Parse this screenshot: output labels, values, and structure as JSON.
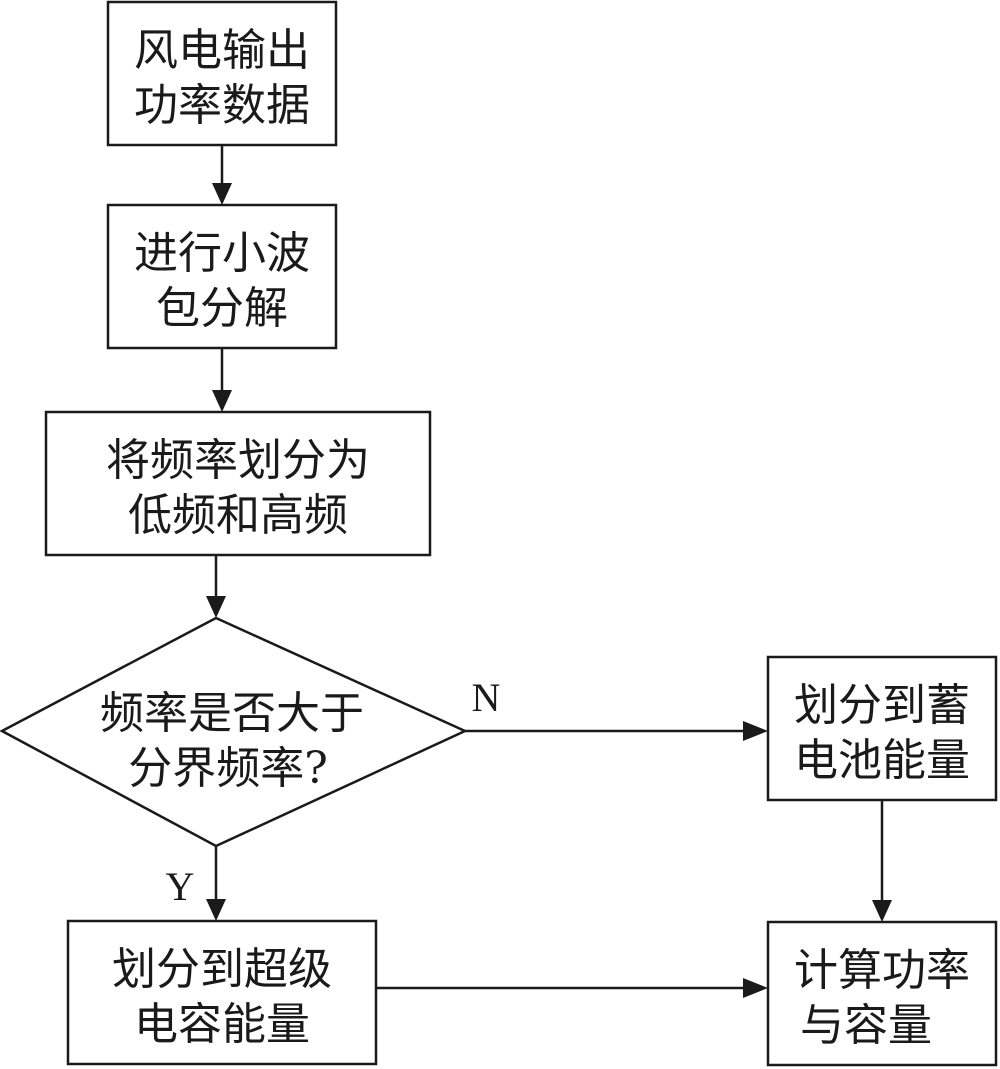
{
  "nodes": {
    "input": {
      "line1": "风电输出",
      "line2": "功率数据"
    },
    "wpd": {
      "line1": "进行小波",
      "line2": "包分解"
    },
    "split": {
      "line1": "将频率划分为",
      "line2": "低频和高频"
    },
    "decision": {
      "line1": "频率是否大于",
      "line2": "分界频率?"
    },
    "battery": {
      "line1": "划分到蓄",
      "line2": "电池能量"
    },
    "supercap": {
      "line1": "划分到超级",
      "line2": "电容能量"
    },
    "calc": {
      "line1": "计算功率",
      "line2": "与容量"
    }
  },
  "edges": {
    "no_label": "N",
    "yes_label": "Y"
  }
}
